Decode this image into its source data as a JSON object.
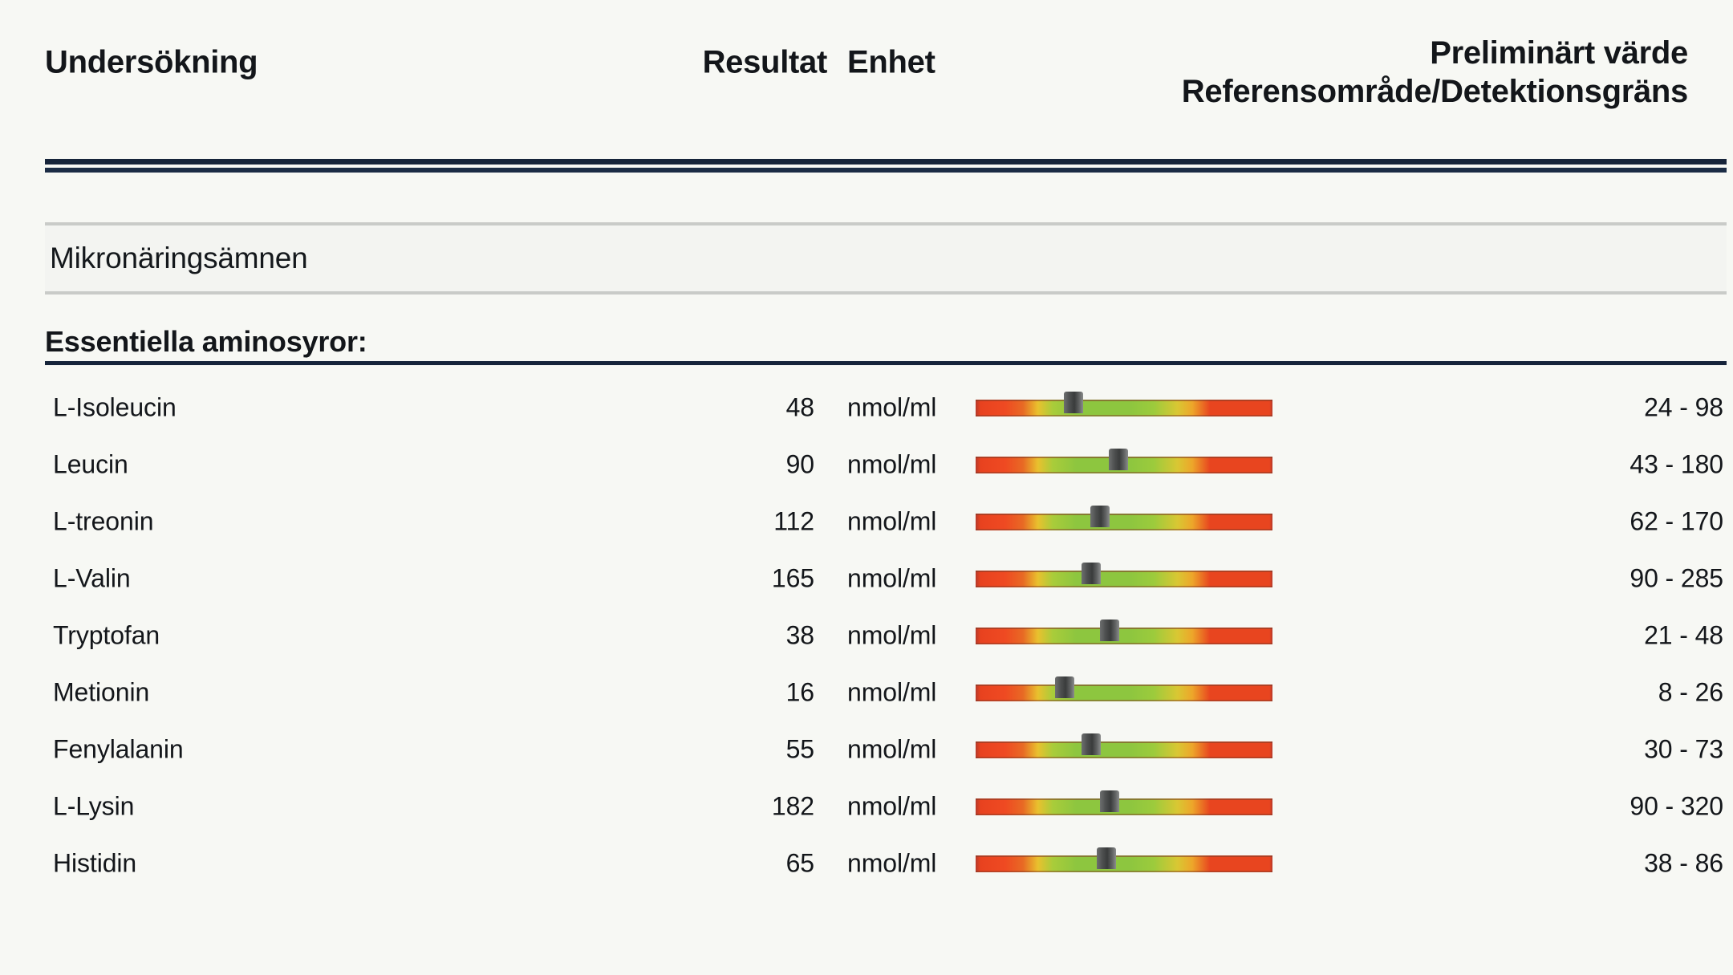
{
  "header": {
    "col_undersokning": "Undersökning",
    "col_resultat": "Resultat",
    "col_enhet": "Enhet",
    "col_right_line1": "Preliminärt värde",
    "col_right_line2": "Referensområde/Detektionsgräns"
  },
  "section": {
    "band_title": "Mikronäringsämnen",
    "group_title": "Essentiella aminosyror:"
  },
  "colors": {
    "background": "#f7f8f4",
    "rule_dark": "#16243a",
    "band_fill": "#f3f4f1",
    "band_line": "#c9cbc8",
    "gauge_red": "#e8451f",
    "gauge_yellow": "#e9c12e",
    "gauge_green": "#8dc63f",
    "marker": "#4d4f4f",
    "text": "#13161a"
  },
  "rows": [
    {
      "name": "L-Isoleucin",
      "result": "48",
      "unit": "nmol/ml",
      "reference": "24 - 98",
      "marker_pct": 33,
      "low": 24,
      "high": 98,
      "value": 48
    },
    {
      "name": "Leucin",
      "result": "90",
      "unit": "nmol/ml",
      "reference": "43 - 180",
      "marker_pct": 48,
      "low": 43,
      "high": 180,
      "value": 90
    },
    {
      "name": "L-treonin",
      "result": "112",
      "unit": "nmol/ml",
      "reference": "62 - 170",
      "marker_pct": 42,
      "low": 62,
      "high": 170,
      "value": 112
    },
    {
      "name": "L-Valin",
      "result": "165",
      "unit": "nmol/ml",
      "reference": "90 - 285",
      "marker_pct": 39,
      "low": 90,
      "high": 285,
      "value": 165
    },
    {
      "name": "Tryptofan",
      "result": "38",
      "unit": "nmol/ml",
      "reference": "21 - 48",
      "marker_pct": 45,
      "low": 21,
      "high": 48,
      "value": 38
    },
    {
      "name": "Metionin",
      "result": "16",
      "unit": "nmol/ml",
      "reference": "8 - 26",
      "marker_pct": 30,
      "low": 8,
      "high": 26,
      "value": 16
    },
    {
      "name": "Fenylalanin",
      "result": "55",
      "unit": "nmol/ml",
      "reference": "30 - 73",
      "marker_pct": 39,
      "low": 30,
      "high": 73,
      "value": 55
    },
    {
      "name": "L-Lysin",
      "result": "182",
      "unit": "nmol/ml",
      "reference": "90 - 320",
      "marker_pct": 45,
      "low": 90,
      "high": 320,
      "value": 182
    },
    {
      "name": "Histidin",
      "result": "65",
      "unit": "nmol/ml",
      "reference": "38 - 86",
      "marker_pct": 44,
      "low": 38,
      "high": 86,
      "value": 65
    }
  ]
}
